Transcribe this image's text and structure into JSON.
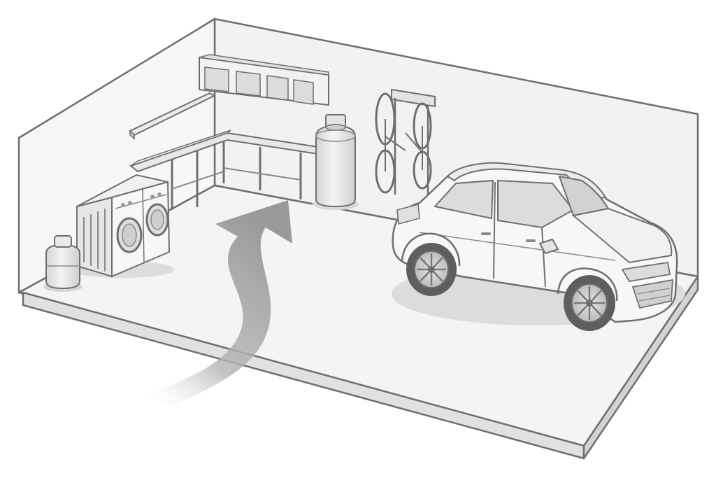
{
  "scene": {
    "subject": "garage-cutaway",
    "colors": {
      "background": "#ffffff",
      "floor": "#f3f3f3",
      "wall_back": "#f2f2f2",
      "wall_left": "#f6f6f6",
      "outline": "#6f6f6f",
      "car_body": "#f7f7f7",
      "car_glass": "#dcdcdc",
      "tire": "#5e5e5e",
      "arrow": "#9a9a9a",
      "shadow": "#d9d9d9"
    },
    "objects": [
      {
        "name": "car",
        "icon": "suv-icon"
      },
      {
        "name": "washer-dryer",
        "icon": "washing-machine-icon"
      },
      {
        "name": "water-heater",
        "icon": "water-heater-icon"
      },
      {
        "name": "propane-tank",
        "icon": "propane-tank-icon"
      },
      {
        "name": "workbench",
        "icon": "workbench-icon"
      },
      {
        "name": "wall-cabinets",
        "icon": "cabinet-icon"
      },
      {
        "name": "wall-shelf",
        "icon": "shelf-icon"
      },
      {
        "name": "bike-rack",
        "icon": "bicycle-icon"
      },
      {
        "name": "entry-arrow",
        "icon": "curved-arrow-icon"
      }
    ]
  }
}
